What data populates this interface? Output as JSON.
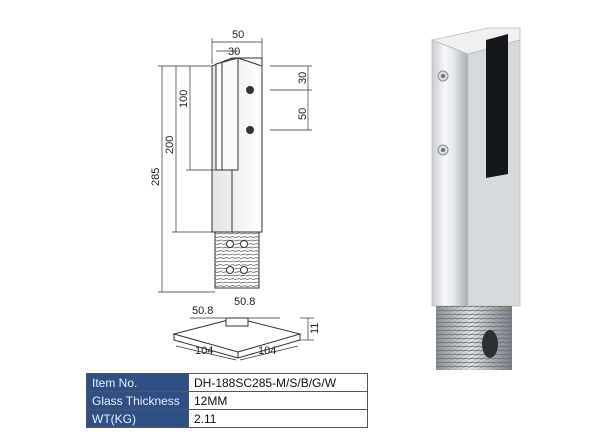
{
  "drawing": {
    "dimensions": {
      "top_width": "50",
      "slot_width": "30",
      "hole_offset": "30",
      "hole_spacing": "50",
      "slot_height": "100",
      "tube_height": "200",
      "total_height": "285",
      "base_width_a": "50.8",
      "base_width_b": "50.8",
      "plate_thickness": "11",
      "plate_length_a": "104",
      "plate_length_b": "104"
    }
  },
  "specs": {
    "rows": [
      {
        "label": "Item No.",
        "value": "DH-188SC285-M/S/B/G/W"
      },
      {
        "label": "Glass Thickness",
        "value": "12MM"
      },
      {
        "label": "WT(KG)",
        "value": "2.11"
      }
    ]
  }
}
